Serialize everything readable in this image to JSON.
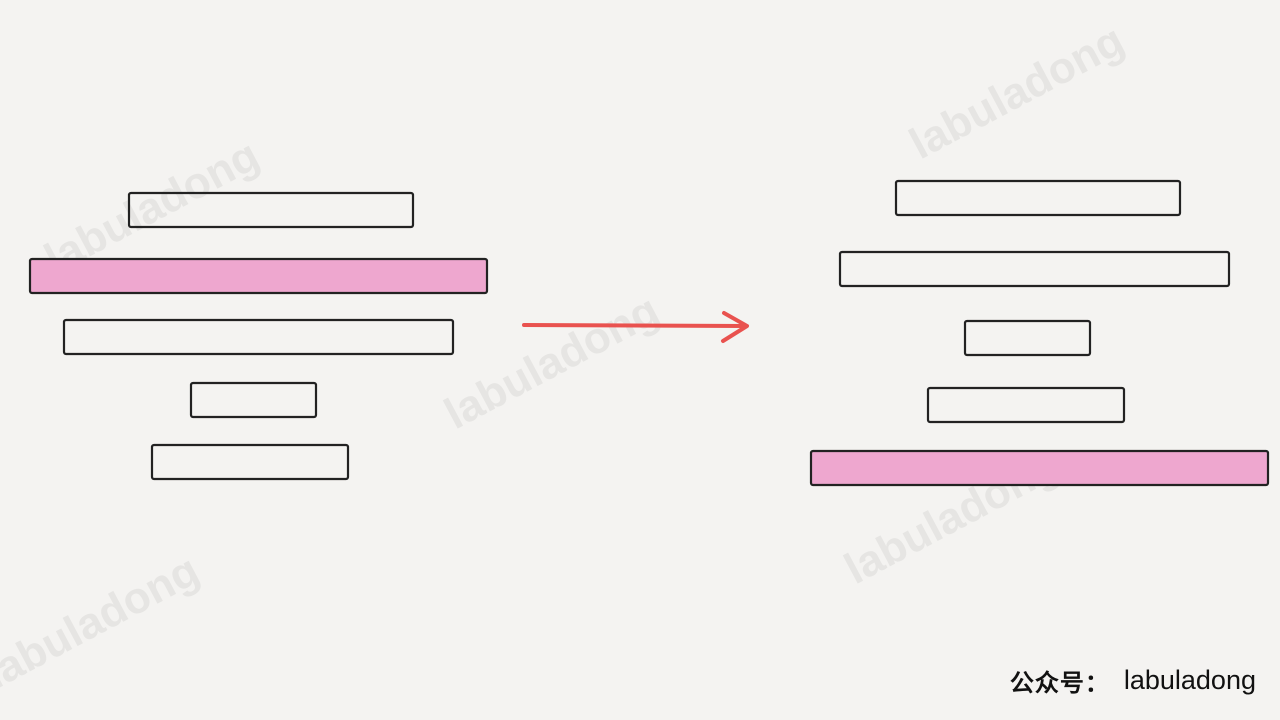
{
  "watermark_text": "labuladong",
  "footer": {
    "label": "公众号：",
    "name": "labuladong"
  },
  "colors": {
    "background": "#f4f3f1",
    "highlight": "#eea7cf",
    "outline": "#222222",
    "arrow": "#e9524f",
    "watermark": "#e6e5e3"
  },
  "diagram": {
    "before": {
      "stack": [
        "plain",
        "highlight",
        "plain",
        "plain",
        "plain"
      ]
    },
    "after": {
      "stack": [
        "plain",
        "plain",
        "plain",
        "plain",
        "highlight"
      ]
    }
  }
}
